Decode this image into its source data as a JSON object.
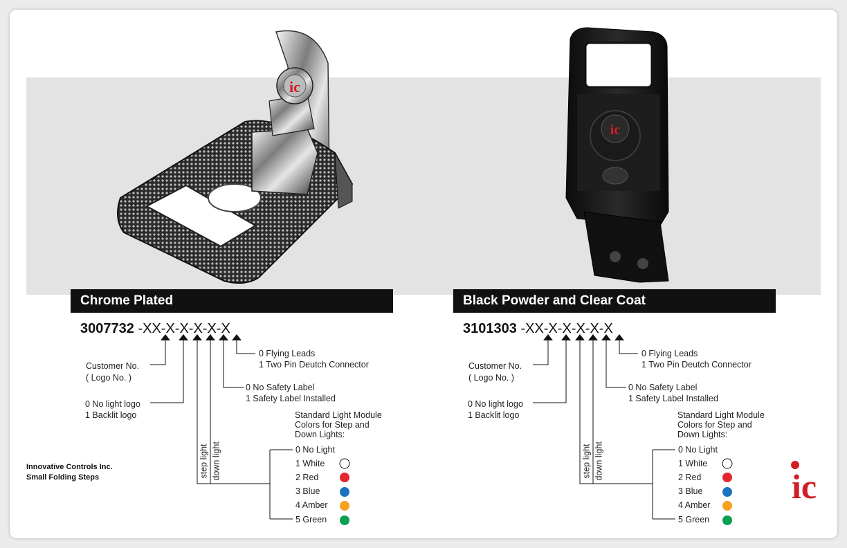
{
  "products": [
    {
      "title": "Chrome Plated",
      "part_base": "3007732",
      "part_suffix": "-XX-X-X-X-X-X",
      "logo_mark": "ic"
    },
    {
      "title": "Black Powder and Clear Coat",
      "part_base": "3101303",
      "part_suffix": "-XX-X-X-X-X-X",
      "logo_mark": "ic"
    }
  ],
  "legend": {
    "connector": [
      "0  Flying Leads",
      "1  Two Pin Deutch Connector"
    ],
    "customer": [
      "Customer No.",
      "( Logo No. )"
    ],
    "safety": [
      "0  No Safety Label",
      "1  Safety Label Installed"
    ],
    "logo_light": [
      "0  No light logo",
      "1  Backlit logo"
    ],
    "module": [
      "Standard Light Module",
      "Colors for Step and",
      "Down Lights:"
    ],
    "step_light": "step light",
    "down_light": "down light",
    "colors": [
      {
        "label": "0 No Light",
        "swatch": ""
      },
      {
        "label": "1 White",
        "swatch": "#ffffff"
      },
      {
        "label": "2 Red",
        "swatch": "#e5252c"
      },
      {
        "label": "3 Blue",
        "swatch": "#1e73be"
      },
      {
        "label": "4 Amber",
        "swatch": "#f5a21d"
      },
      {
        "label": "5 Green",
        "swatch": "#0aa052"
      }
    ]
  },
  "company": {
    "name": "Innovative Controls Inc.",
    "product_line": "Small Folding Steps",
    "logo_text": "ic"
  },
  "colors": {
    "brand_red": "#d11f26",
    "title_bar": "#111111",
    "band": "#e3e3e3"
  }
}
